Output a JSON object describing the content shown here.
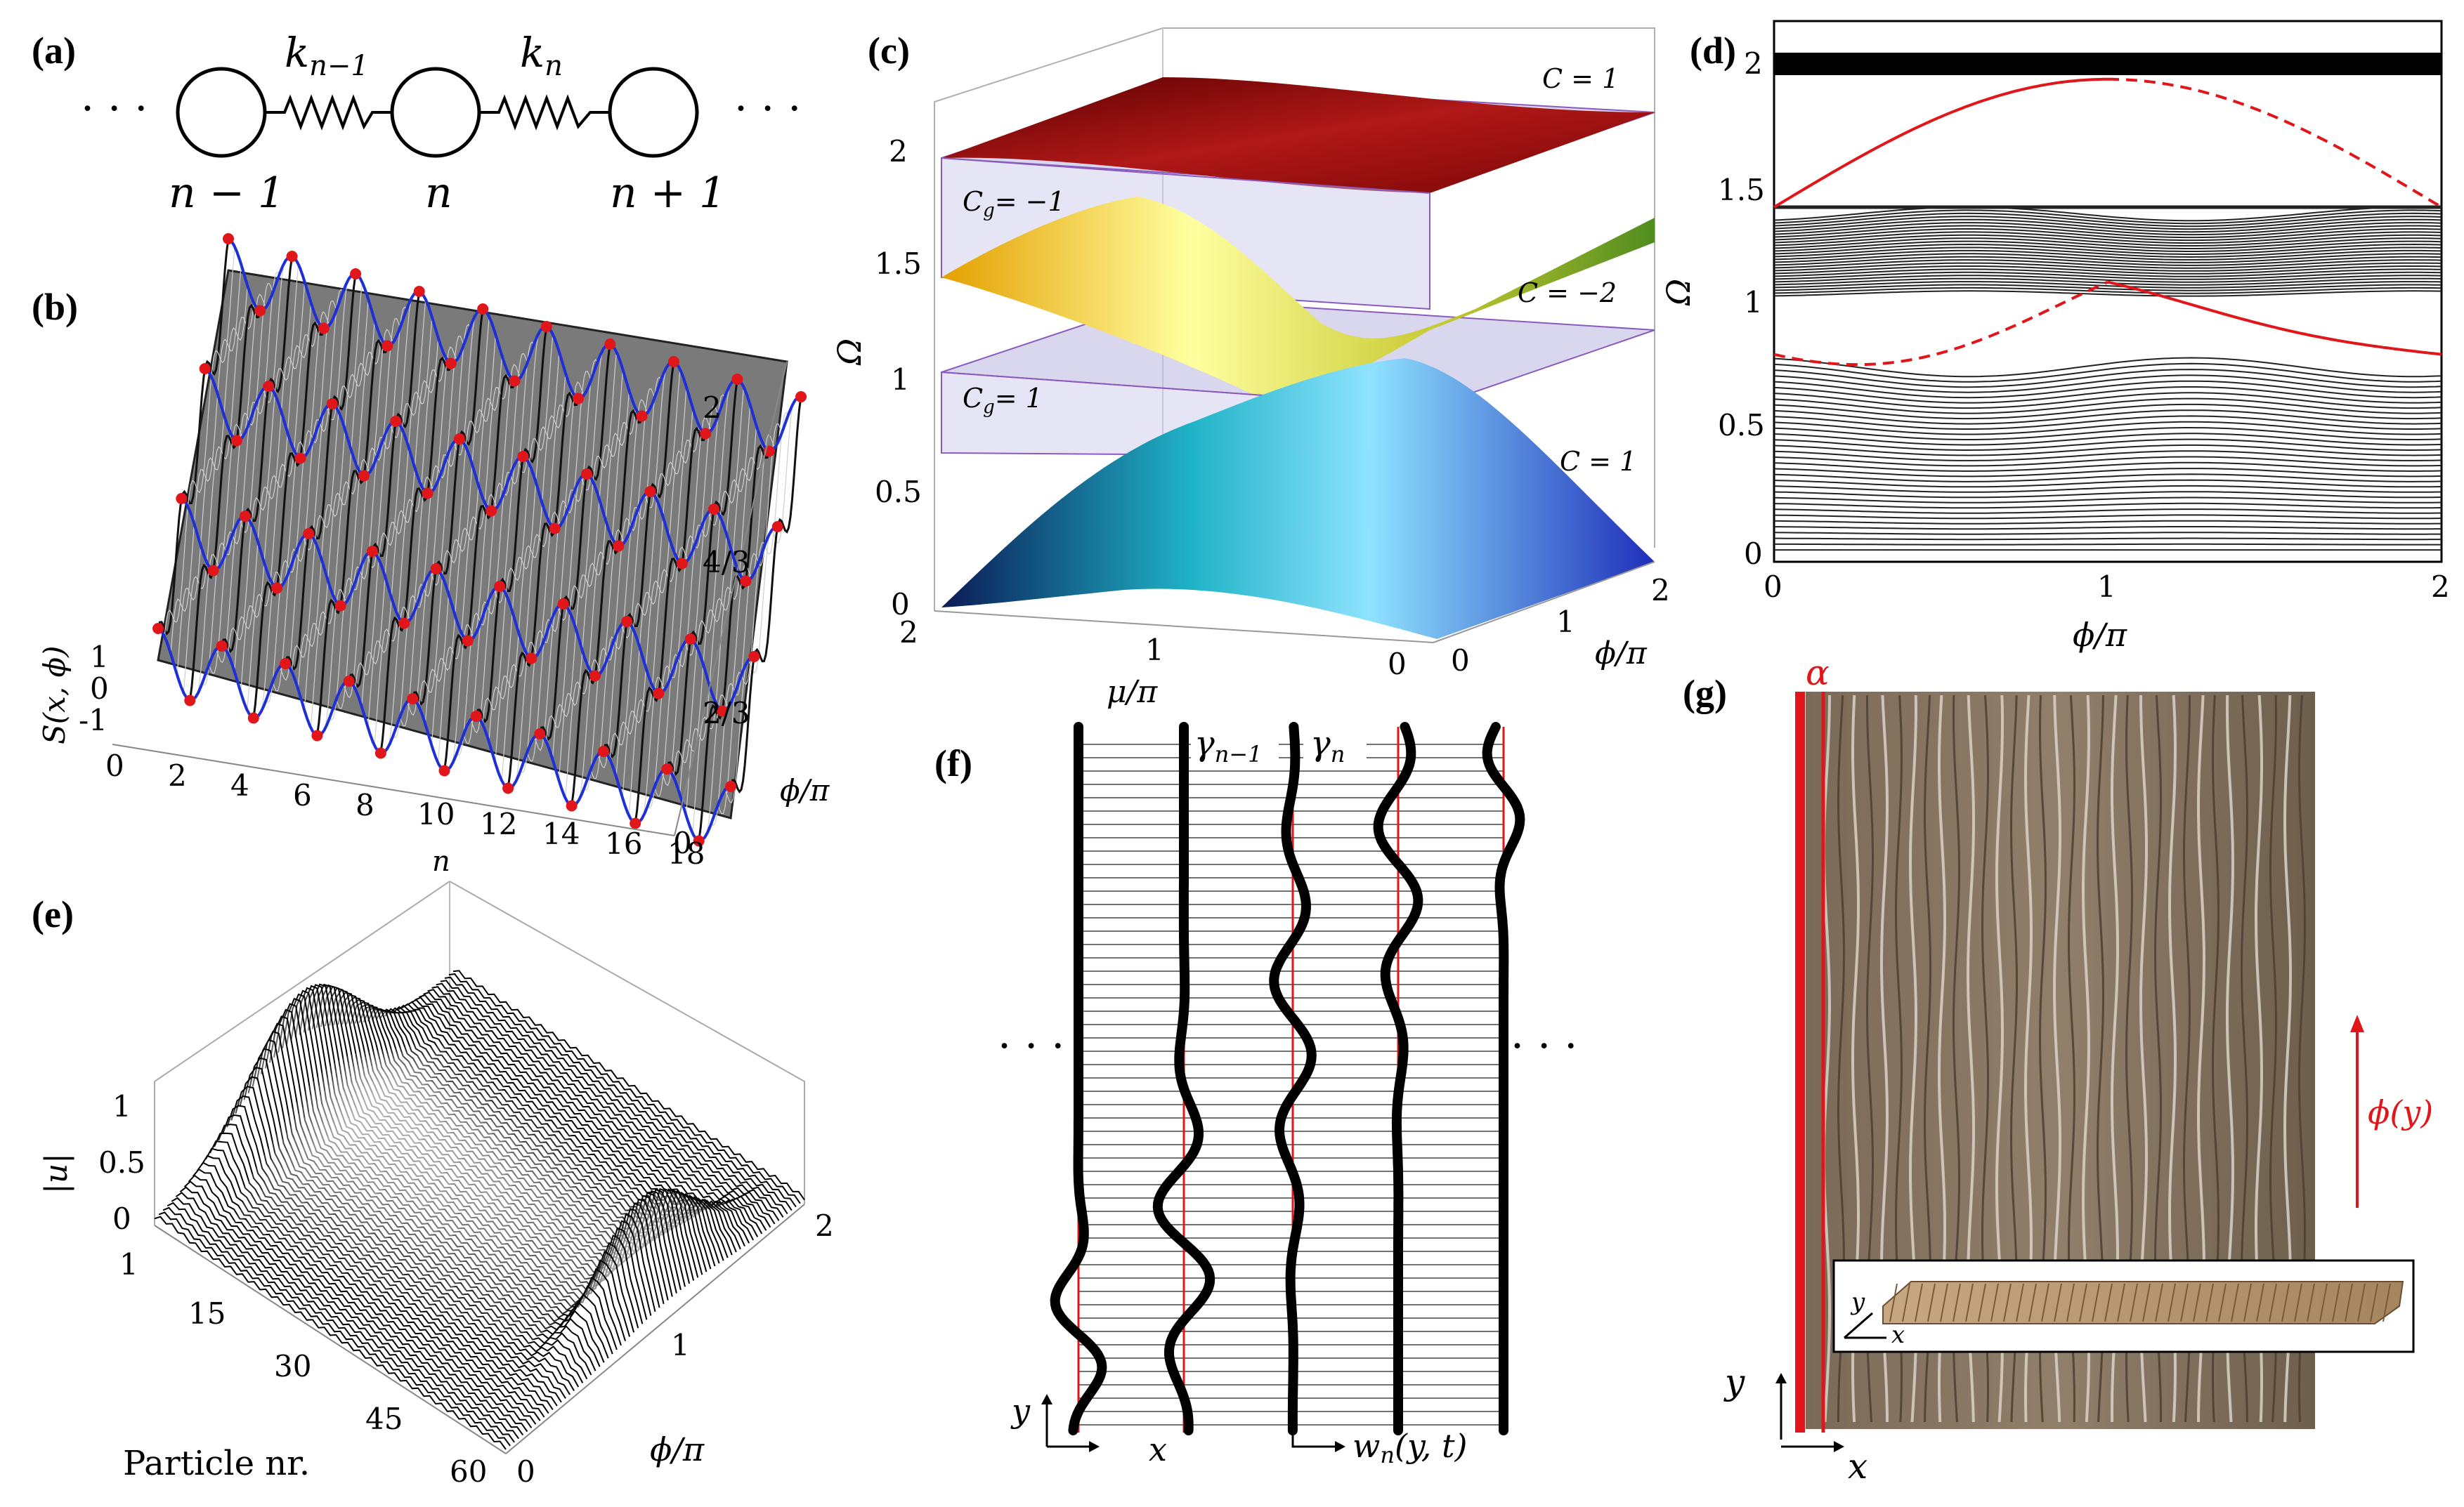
{
  "labels": {
    "a": "(a)",
    "b": "(b)",
    "c": "(c)",
    "d": "(d)",
    "e": "(e)",
    "f": "(f)",
    "g": "(g)"
  },
  "panel_a": {
    "dots": "· · ·",
    "spring_left": "k",
    "spring_left_sub": "n−1",
    "spring_right": "k",
    "spring_right_sub": "n",
    "mass_left": "n − 1",
    "mass_mid": "n",
    "mass_right": "n + 1"
  },
  "panel_b": {
    "zlabel": "S(x, ϕ)",
    "z_ticks": [
      "1",
      "0",
      "-1"
    ],
    "x_ticks": [
      "0",
      "2",
      "4",
      "6",
      "8",
      "10",
      "12",
      "14",
      "16",
      "18"
    ],
    "phi_ticks": [
      "0",
      "2/3",
      "4/3",
      "2"
    ],
    "phi_label": "ϕ/π"
  },
  "panel_c": {
    "zlabel": "Ω",
    "z_ticks": [
      "0",
      "0.5",
      "1",
      "1.5",
      "2"
    ],
    "mu_ticks": [
      "2",
      "1",
      "0"
    ],
    "mu_label": "μ/π",
    "phi_ticks": [
      "0",
      "1",
      "2"
    ],
    "phi_label": "ϕ/π",
    "band_labels": [
      "C = 1",
      "C = −2",
      "C = 1"
    ],
    "gap_labels": [
      "C",
      "= −1",
      "C",
      "= 1"
    ],
    "gap_sub": "g"
  },
  "panel_d": {
    "ylabel": "Ω",
    "y_ticks": [
      "0",
      "0.5",
      "1",
      "1.5",
      "2"
    ],
    "x_ticks": [
      "0",
      "1",
      "2"
    ],
    "xlabel": "ϕ/π"
  },
  "panel_e": {
    "zlabel": "|u|",
    "z_ticks": [
      "0",
      "0.5",
      "1"
    ],
    "n_ticks": [
      "1",
      "15",
      "30",
      "45",
      "60"
    ],
    "n_label": "Particle nr.",
    "n_axis": "n",
    "phi_ticks": [
      "0",
      "1",
      "2"
    ],
    "phi_label": "ϕ/π"
  },
  "panel_f": {
    "gamma_left": "γ",
    "gamma_left_sub": "n−1",
    "gamma_right": "γ",
    "gamma_right_sub": "n",
    "y_axis": "y",
    "x_axis": "x",
    "w_label": "w",
    "w_sub": "n",
    "w_args": "(y, t)",
    "dots": "· · ·"
  },
  "panel_g": {
    "alpha": "α",
    "phi_y": "ϕ(y)",
    "y_axis": "y",
    "x_axis": "x",
    "inset_y": "y",
    "inset_x": "x"
  },
  "colors": {
    "red": "#e0161b",
    "blue": "#1f2fd6"
  }
}
